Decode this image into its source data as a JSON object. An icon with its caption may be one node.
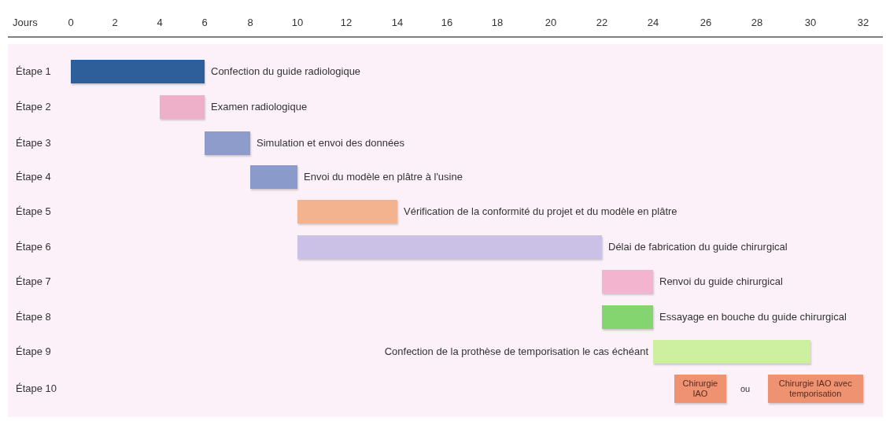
{
  "diagram": {
    "nodes": [
      {
        "text": [],
        "shape": "bar",
        "beside": [
          "Confection du guide radiologique"
        ]
      },
      {
        "text": [],
        "shape": "bar",
        "beside": [
          "Examen radiologique"
        ]
      },
      {
        "text": [],
        "shape": "bar",
        "beside": [
          "Simulation et envoi des données"
        ]
      },
      {
        "text": [],
        "shape": "bar",
        "beside": [
          "Envoi du modèle en plâtre à l'usine"
        ]
      },
      {
        "text": [],
        "shape": "bar",
        "beside": [
          "Vérification de la conformité du projet et du modèle en plâtre"
        ]
      },
      {
        "text": [],
        "shape": "bar",
        "beside": [
          "Délai de fabrication du guide chirurgical"
        ]
      },
      {
        "text": [],
        "shape": "bar",
        "beside": [
          "Renvoi du guide chirurgical"
        ]
      },
      {
        "text": [],
        "shape": "bar",
        "beside": [
          "Essayage en bouche du guide chirurgical"
        ]
      },
      {
        "text": [],
        "shape": "bar",
        "beside": [
          "Confection de la prothèse de temporisation le cas échéant"
        ]
      },
      {
        "text": [
          "Chirurgie IAO"
        ]
      },
      {
        "text": [
          "Chirurgie IAO avec temporisation"
        ]
      }
    ],
    "labels": [
      "Jours",
      "0",
      "2",
      "4",
      "6",
      "8",
      "10",
      "12",
      "14",
      "16",
      "18",
      "20",
      "22",
      "24",
      "26",
      "28",
      "30",
      "32",
      "Étape 1",
      "Étape 2",
      "Étape 3",
      "Étape 4",
      "Étape 5",
      "Étape 6",
      "Étape 7",
      "Étape 8",
      "Étape 9",
      "Étape 10",
      "ou"
    ]
  }
}
